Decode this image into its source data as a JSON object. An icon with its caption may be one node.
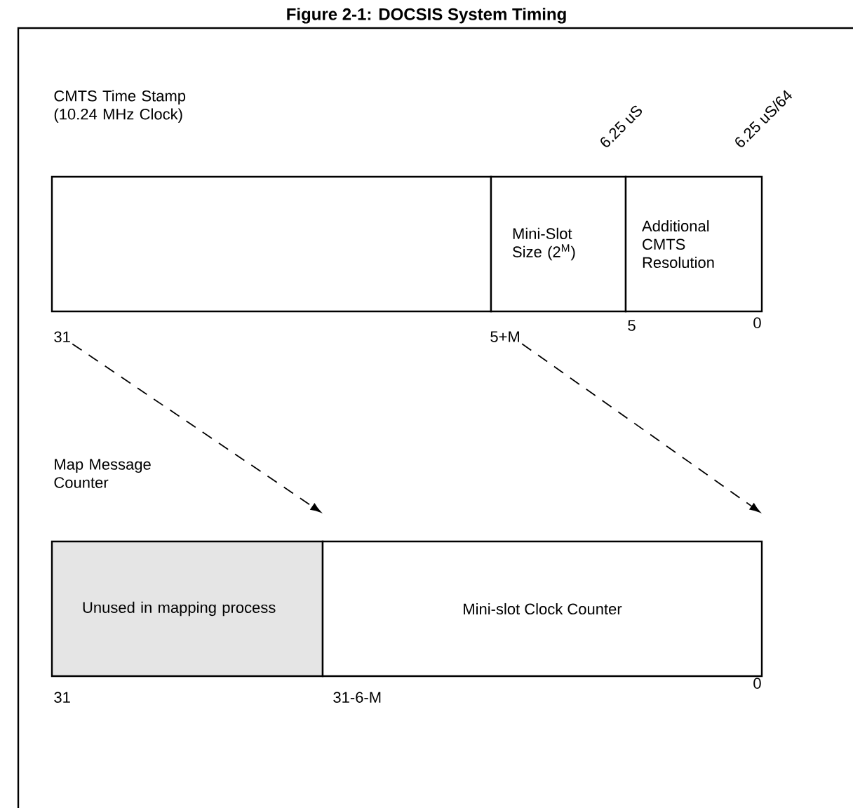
{
  "diagram": {
    "title": "Figure 2-1: DOCSIS System Timing",
    "nodes": [
      {
        "text": [],
        "shape": "box"
      },
      {
        "text": [
          "Mini-Slot Size (2$^{M}$)"
        ]
      },
      {
        "text": [
          "Additional CMTS Resolution"
        ]
      },
      {
        "text": [
          "31"
        ]
      },
      {
        "text": [
          "5+M"
        ]
      },
      {
        "text": [
          "Unused in mapping process"
        ]
      },
      {
        "text": [
          "Mini-slot Clock Counter"
        ]
      }
    ],
    "edges": [
      {
        "from": 3,
        "to": null,
        "arrow": "to",
        "style": "dashed"
      },
      {
        "from": 4,
        "to": null,
        "arrow": "to",
        "style": "dashed"
      }
    ],
    "labels": [
      "CMTS Time Stamp (10.24 MHz Clock)",
      "6.25 uS",
      "6.25 uS/64",
      "5",
      "0",
      "Map Message Counter",
      "31",
      "31-6-M",
      "0"
    ]
  }
}
